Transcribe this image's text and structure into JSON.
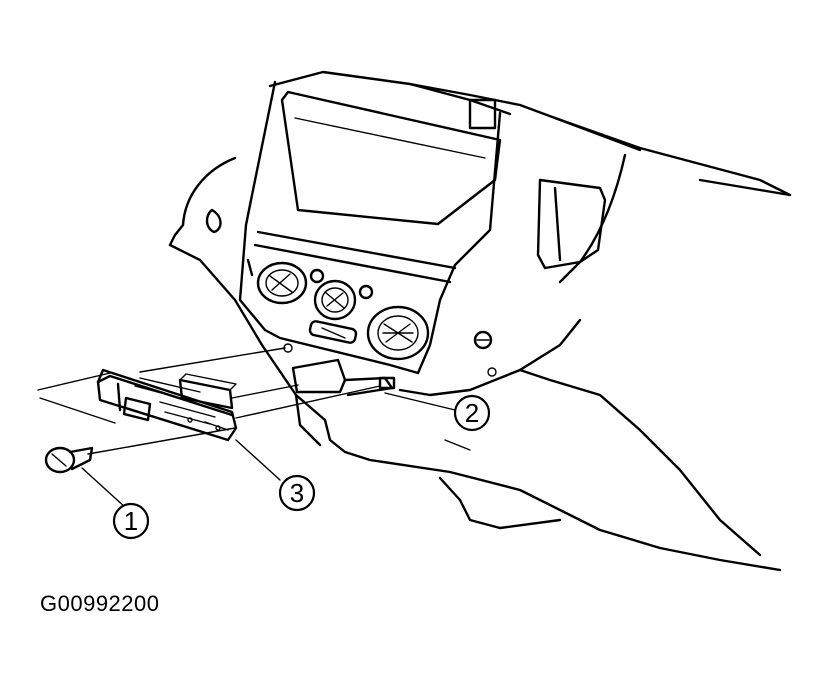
{
  "figure_id": "G00992200",
  "callouts": [
    {
      "label": "1"
    },
    {
      "label": "2"
    },
    {
      "label": "3"
    }
  ]
}
